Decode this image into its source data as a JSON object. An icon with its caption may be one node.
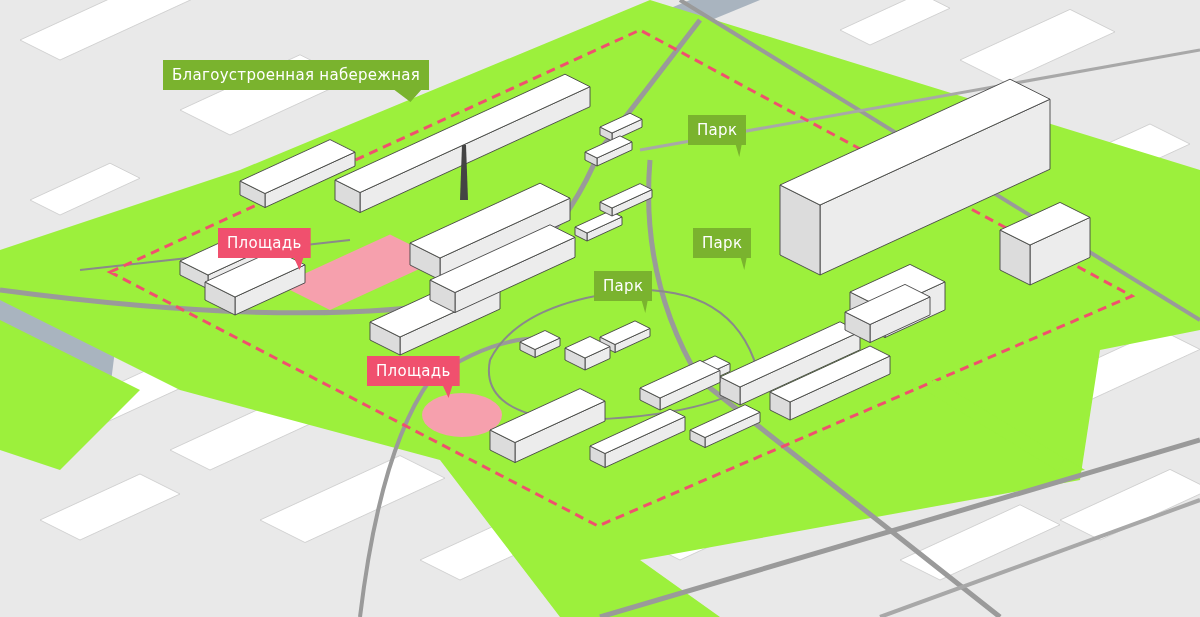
{
  "diagram": {
    "labels": [
      "Благоустроенная набережная",
      "Парк",
      "Площадь",
      "Парк",
      "Парк",
      "Площадь"
    ]
  }
}
